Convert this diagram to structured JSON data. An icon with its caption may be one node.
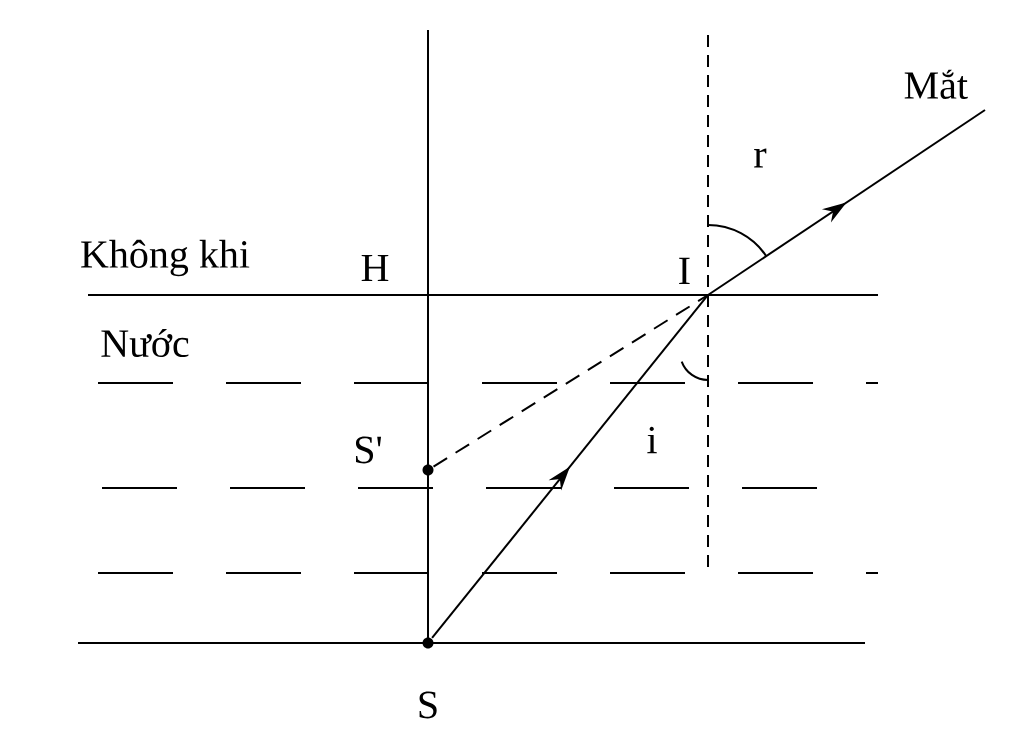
{
  "diagram": {
    "nodes": [
      {
        "text": [],
        "shape": "circle",
        "beside": [
          "S"
        ]
      },
      {
        "text": [],
        "shape": "circle",
        "beside": [
          "S'"
        ]
      },
      {
        "text": [
          "I"
        ]
      },
      {
        "text": [
          "Mắt"
        ]
      }
    ],
    "edges": [
      {
        "from": 0,
        "to": 2,
        "arrow": "to"
      },
      {
        "from": 2,
        "to": 3,
        "arrow": "to"
      },
      {
        "from": 1,
        "to": 2,
        "arrow": "none",
        "style": "dashed"
      }
    ],
    "labels": [
      "r",
      "Không khi",
      "H",
      "Nước",
      "i"
    ]
  }
}
